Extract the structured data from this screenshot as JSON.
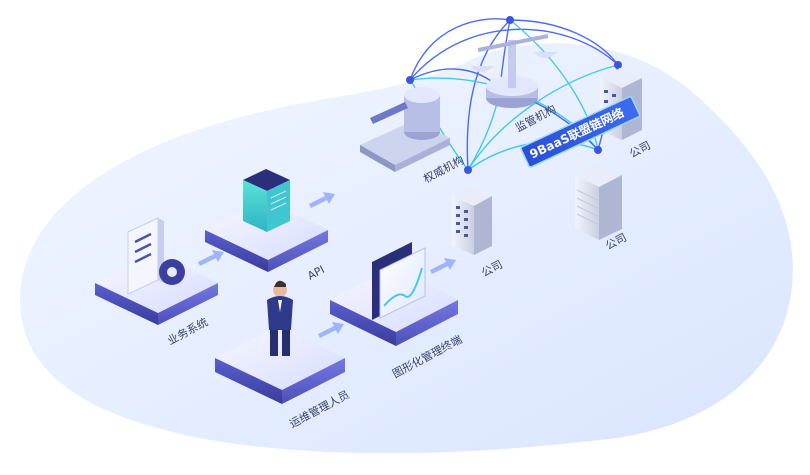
{
  "network_label": "9BaaS联盟链网络",
  "labels": {
    "business_system": "业务系统",
    "api": "API",
    "gui_terminal": "图形化管理终端",
    "ops_staff": "运维管理人员",
    "authority": "权威机构",
    "regulator": "监管机构",
    "company_1": "公司",
    "company_2": "公司",
    "company_3": "公司"
  },
  "colors": {
    "network_line": "#4a6cf0",
    "network_line_light": "#43c8f0",
    "platform_top": "#e8ebff",
    "platform_side": "#3b3f9e",
    "arrow": "#9fb4ff",
    "banner": "#2f5ce8"
  }
}
